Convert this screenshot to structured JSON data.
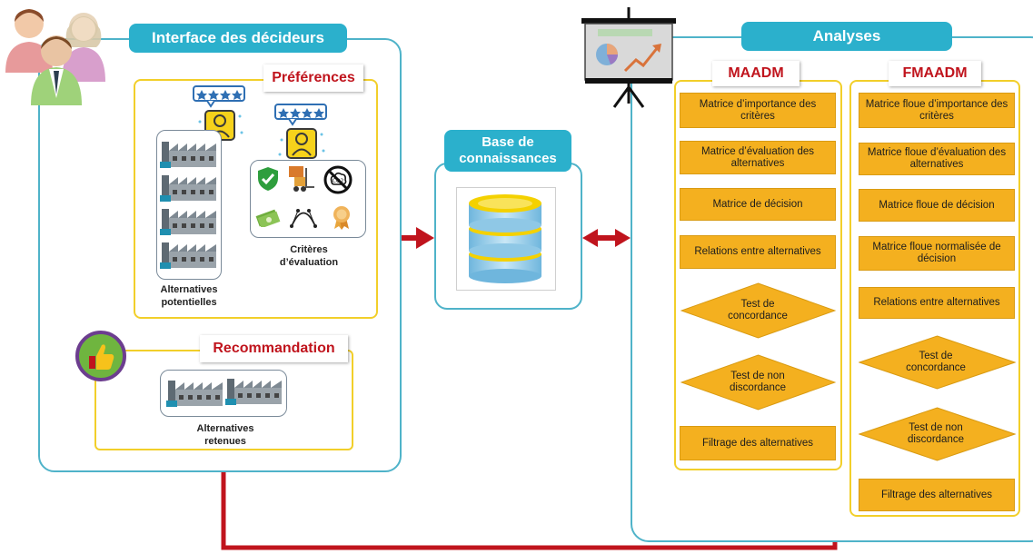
{
  "left_panel": {
    "title": "Interface des décideurs"
  },
  "preferences": {
    "title": "Préférences",
    "alternatives_label": "Alternatives potentielles",
    "criteria_label": "Critères d’évaluation"
  },
  "recommendation": {
    "title": "Recommandation",
    "alternatives_label": "Alternatives retenues"
  },
  "knowledge_base": {
    "title": "Base de connaissances"
  },
  "analyses": {
    "title": "Analyses"
  },
  "maadm": {
    "title": "MAADM",
    "steps": [
      "Matrice d’importance des critères",
      "Matrice d’évaluation des alternatives",
      "Matrice de décision",
      "Relations entre alternatives",
      "Test de concordance",
      "Test de non discordance",
      "Filtrage des alternatives"
    ]
  },
  "fmaadm": {
    "title": "FMAADM",
    "steps": [
      "Matrice floue d’importance des critères",
      "Matrice floue d’évaluation des alternatives",
      "Matrice floue de décision",
      "Matrice floue normalisée de décision",
      "Relations entre alternatives",
      "Test de concordance",
      "Test de non discordance",
      "Filtrage des alternatives"
    ]
  },
  "colors": {
    "accent": "#2bb0cc",
    "arrow": "#c0141d",
    "step": "#f4b01f",
    "frame": "#f2cf2a"
  },
  "icons": [
    "users-icon",
    "presentation-board-icon",
    "database-icon",
    "factory-icon",
    "user-rating-icon",
    "shield-check-icon",
    "forklift-icon",
    "no-co2-icon",
    "money-icon",
    "curve-icon",
    "award-icon",
    "thumbs-up-icon"
  ]
}
